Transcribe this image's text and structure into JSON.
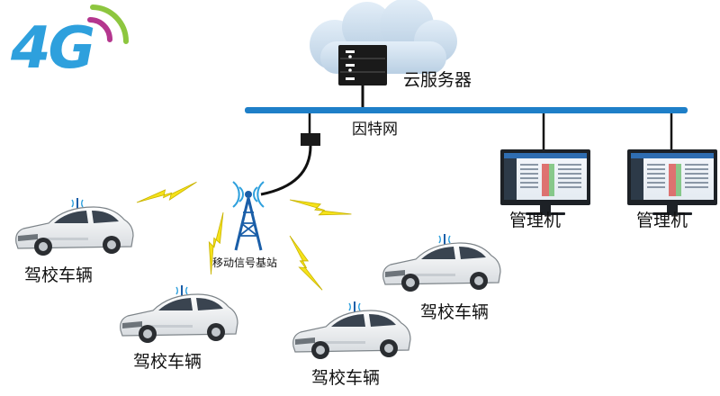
{
  "logo": {
    "text": "4G"
  },
  "labels": {
    "cloud_server": "云服务器",
    "internet": "因特网",
    "base_station": "移动信号基站",
    "pc1": "管理机",
    "pc2": "管理机",
    "car1": "驾校车辆",
    "car2": "驾校车辆",
    "car3": "驾校车辆",
    "car4": "驾校车辆"
  },
  "colors": {
    "network_line": "#1e7fc8",
    "lightning": "#f5e21b",
    "logo_blue": "#2ea0dd",
    "logo_arc_green": "#8dc63f",
    "logo_arc_purple": "#b4368e"
  }
}
